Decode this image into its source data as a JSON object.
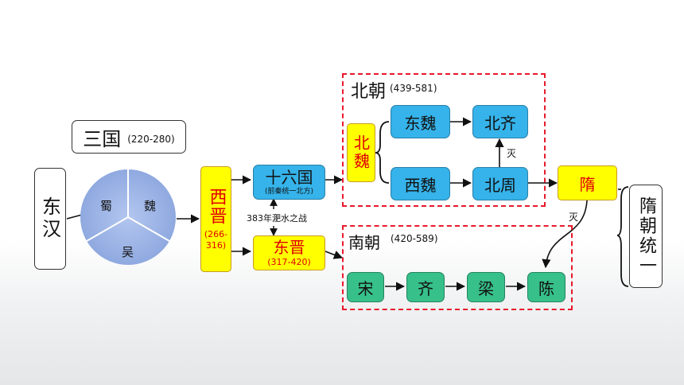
{
  "sanguo": {
    "title": "三国",
    "years": "(220-280)"
  },
  "donghan": "东汉",
  "pie": {
    "shu": "蜀",
    "wei": "魏",
    "wu": "吴"
  },
  "xijin": {
    "name": "西晋",
    "years": "(266-316)"
  },
  "shiliuguo": {
    "name": "十六国",
    "sub": "(前秦统一北方)"
  },
  "feishui": "383年淝水之战",
  "dongjin": {
    "name": "东晋",
    "years": "(317-420)"
  },
  "beichao": {
    "title": "北朝",
    "years": "(439-581)",
    "label": "北魏",
    "dongwei": "东魏",
    "beiqi": "北齐",
    "xiwei": "西魏",
    "beizhou": "北周",
    "mie": "灭"
  },
  "nanchao": {
    "title": "南朝",
    "years": "(420-589)",
    "song": "宋",
    "qi": "齐",
    "liang": "梁",
    "chen": "陈"
  },
  "sui": "隋",
  "mie2": "灭",
  "unify": "隋朝统一",
  "colors": {
    "blue": "#35b3ea",
    "green": "#37c08a",
    "yellow": "#ffff00",
    "red": "#e00000",
    "pie": "#9ab3e6"
  }
}
